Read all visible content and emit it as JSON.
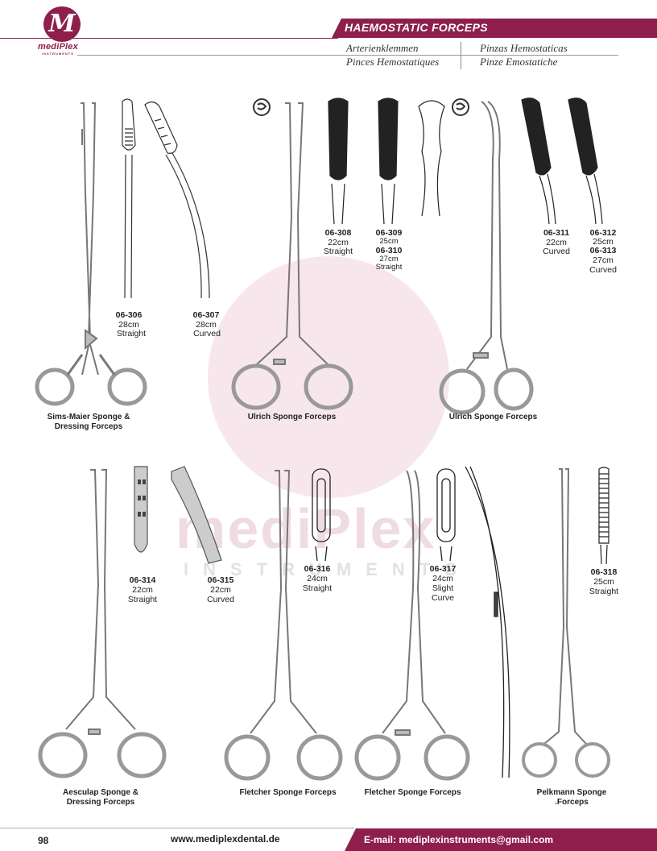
{
  "brand": {
    "name": "mediPlex",
    "sub": "INSTRUMENTS",
    "mark": "M"
  },
  "header": {
    "title": "HAEMOSTATIC FORCEPS",
    "translations": {
      "de": "Arterienklemmen",
      "es": "Pinzas Hemostaticas",
      "fr": "Pinces Hemostatiques",
      "it": "Pinze Emostatiche"
    }
  },
  "watermark": {
    "text": "mediPlex",
    "sub": "INSTRUMENTS"
  },
  "items": {
    "i06306": {
      "code": "06-306",
      "size": "28cm",
      "type": "Straight"
    },
    "i06307": {
      "code": "06-307",
      "size": "28cm",
      "type": "Curved"
    },
    "i06308": {
      "code": "06-308",
      "size": "22cm",
      "type": "Straight"
    },
    "i06309": {
      "code": "06-309",
      "size": "25cm"
    },
    "i06310": {
      "code": "06-310",
      "size": "27cm",
      "type": "Straight"
    },
    "i06311": {
      "code": "06-311",
      "size": "22cm",
      "type": "Curved"
    },
    "i06312": {
      "code": "06-312",
      "size": "25cm"
    },
    "i06313": {
      "code": "06-313",
      "size": "27cm",
      "type": "Curved"
    },
    "i06314": {
      "code": "06-314",
      "size": "22cm",
      "type": "Straight"
    },
    "i06315": {
      "code": "06-315",
      "size": "22cm",
      "type": "Curved"
    },
    "i06316": {
      "code": "06-316",
      "size": "24cm",
      "type": "Straight"
    },
    "i06317": {
      "code": "06-317",
      "size": "24cm",
      "type1": "Slight",
      "type2": "Curve"
    },
    "i06318": {
      "code": "06-318",
      "size": "25cm",
      "type": "Straight"
    }
  },
  "captions": {
    "sims1": "Sims-Maier Sponge &",
    "sims2": "Dressing Forceps",
    "ulrich1": "Ulrich Sponge Forceps",
    "ulrich2": "Ulrich Sponge Forceps",
    "aesc1": "Aesculap Sponge &",
    "aesc2": "Dressing Forceps",
    "fletcher1": "Fletcher Sponge Forceps",
    "fletcher2": "Fletcher Sponge Forceps",
    "pelk1": "Pelkmann Sponge",
    "pelk2": ".Forceps"
  },
  "footer": {
    "page": "98",
    "website": "www.mediplexdental.de",
    "email": "E-mail: mediplexinstruments@gmail.com"
  },
  "colors": {
    "brand": "#8e1f4c",
    "watermark": "#f3dde6"
  }
}
